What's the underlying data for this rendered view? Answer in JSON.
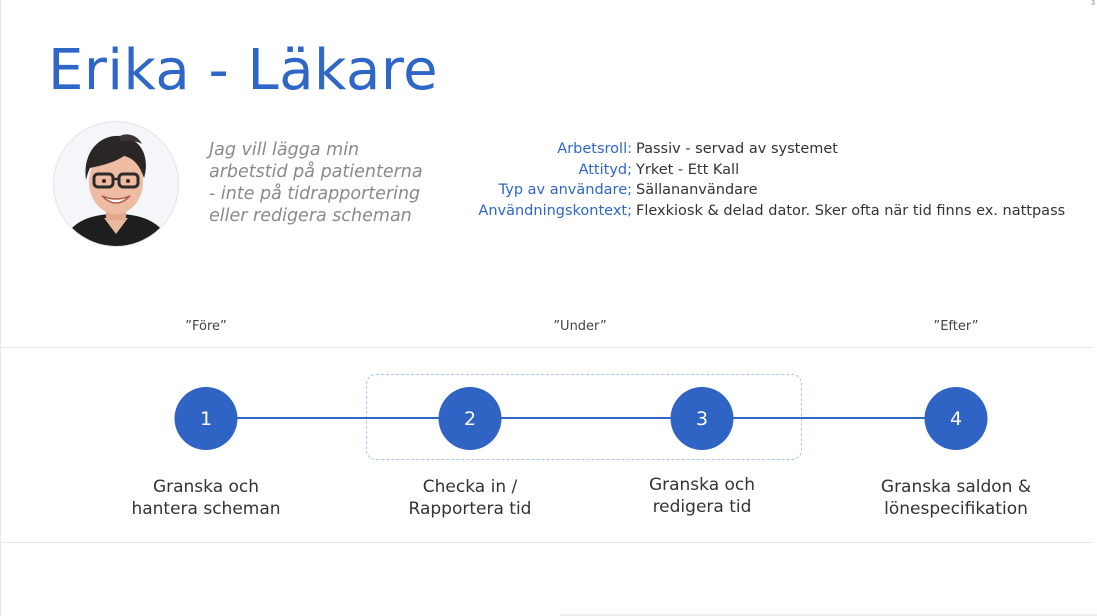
{
  "title": "Erika - Läkare",
  "quote": {
    "lines": [
      "Jag vill lägga min",
      "arbetstid på patienterna",
      "- inte på tidrapportering",
      "eller redigera scheman"
    ]
  },
  "attributes": [
    {
      "label": "Arbetsroll:",
      "value": "Passiv - servad av systemet"
    },
    {
      "label": "Attityd;",
      "value": "Yrket - Ett Kall"
    },
    {
      "label": "Typ av användare;",
      "value": "Sällananvändare"
    },
    {
      "label": "Användningskontext;",
      "value": "Flexkiosk & delad dator. Sker ofta när tid finns ex. nattpass"
    }
  ],
  "phases": {
    "before": "”Före”",
    "during": "”Under”",
    "after": "”Efter”"
  },
  "steps": [
    {
      "number": "1",
      "label_lines": [
        "Granska och",
        "hantera scheman"
      ]
    },
    {
      "number": "2",
      "label_lines": [
        "Checka in /",
        "Rapportera tid"
      ]
    },
    {
      "number": "3",
      "label_lines": [
        "Granska och",
        "redigera tid"
      ]
    },
    {
      "number": "4",
      "label_lines": [
        "Granska saldon &",
        "lönespecifikation"
      ]
    }
  ],
  "page_marker": "3",
  "colors": {
    "accent": "#2f67c8",
    "step_fill": "#2f64c4",
    "quote_text": "#8a8a8a",
    "body_text": "#333333",
    "dashed_border": "#a9c4ee"
  },
  "icons": {
    "avatar": "person-portrait"
  }
}
